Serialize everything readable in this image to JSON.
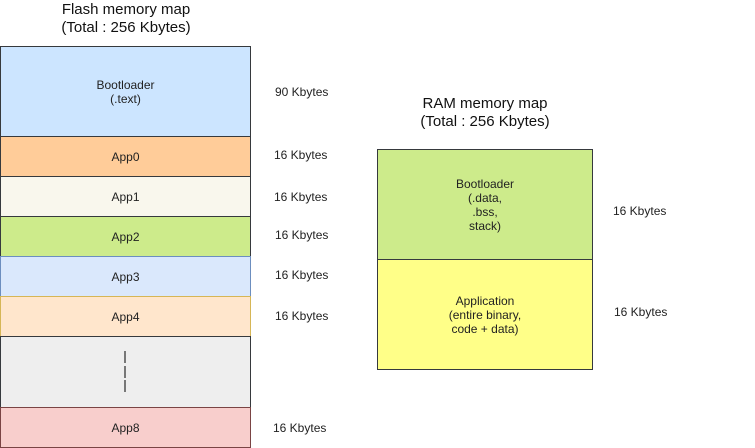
{
  "flash": {
    "title_line1": "Flash memory map",
    "title_line2": "(Total : 256 Kbytes)",
    "blocks": [
      {
        "label": "Bootloader\n(.text)",
        "size": "90 Kbytes",
        "fill": "#cce5ff",
        "border": "#36393d"
      },
      {
        "label": "App0",
        "size": "16 Kbytes",
        "fill": "#ffcc99",
        "border": "#36393d"
      },
      {
        "label": "App1",
        "size": "16 Kbytes",
        "fill": "#f9f7ed",
        "border": "#36393d"
      },
      {
        "label": "App2",
        "size": "16 Kbytes",
        "fill": "#cdeb8b",
        "border": "#36393d"
      },
      {
        "label": "App3",
        "size": "16 Kbytes",
        "fill": "#dae8fc",
        "border": "#6c8ebf"
      },
      {
        "label": "App4",
        "size": "16 Kbytes",
        "fill": "#ffe6cc",
        "border": "#d6b656"
      },
      {
        "label": "",
        "size": "",
        "fill": "#eeeeee",
        "border": "#36393d"
      },
      {
        "label": "App8",
        "size": "16 Kbytes",
        "fill": "#f8cecc",
        "border": "#7a4444"
      }
    ]
  },
  "ram": {
    "title_line1": "RAM memory map",
    "title_line2": "(Total : 256 Kbytes)",
    "blocks": [
      {
        "label": "Bootloader\n(.data,\n.bss,\nstack)",
        "size": "16 Kbytes",
        "fill": "#cdeb8b",
        "border": "#36393d"
      },
      {
        "label": "Application\n(entire binary,\ncode + data)",
        "size": "16 Kbytes",
        "fill": "#ffff88",
        "border": "#36393d"
      }
    ]
  }
}
